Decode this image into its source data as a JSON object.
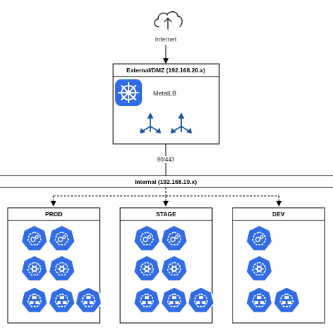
{
  "internet": {
    "icon": "cloud-upload-icon",
    "label": "Internet"
  },
  "dmz": {
    "title": "External/DMZ (192.168.20.x)",
    "lb_icon": "kubernetes-helm-icon",
    "lb_label": "MetalLB",
    "service_icon": "load-balancer-split-icon"
  },
  "ports_label": "80/443",
  "internal": {
    "title": "Internal (192.168.10.x)"
  },
  "clusters": [
    {
      "title": "PROD",
      "rows": [
        [
          "node-icon",
          "node-icon"
        ],
        [
          "control-plane-icon",
          "control-plane-icon"
        ],
        [
          "pod-icon",
          "pod-icon",
          "pod-icon"
        ]
      ]
    },
    {
      "title": "STAGE",
      "rows": [
        [
          "node-icon",
          "node-icon"
        ],
        [
          "control-plane-icon",
          "control-plane-icon"
        ],
        [
          "pod-icon",
          "pod-icon",
          "pod-icon"
        ]
      ]
    },
    {
      "title": "DEV",
      "rows": [
        [
          "node-icon"
        ],
        [
          "control-plane-icon"
        ],
        [
          "pod-icon",
          "pod-icon"
        ]
      ]
    }
  ],
  "colors": {
    "k8s_blue": "#326CE5",
    "line": "#000000",
    "arrow_blue": "#1A56A6"
  }
}
